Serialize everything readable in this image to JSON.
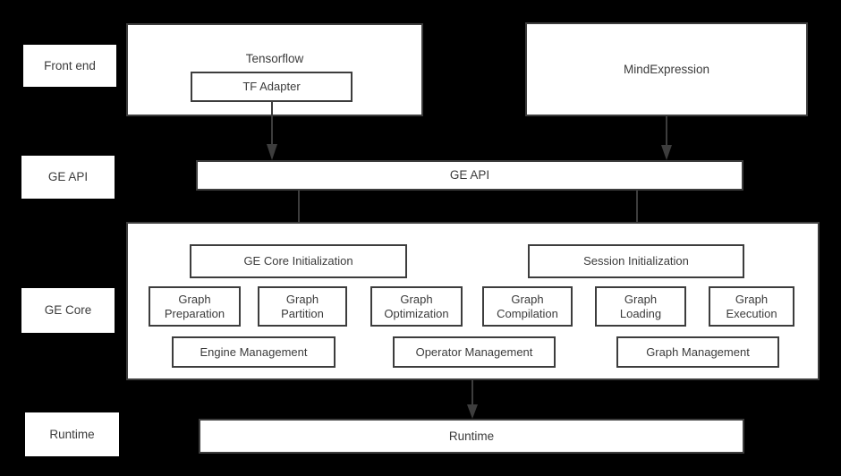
{
  "diagram": {
    "title": "GE (Graph Engine) architecture stack",
    "background_color": "#000000",
    "box_fill": "#ffffff",
    "box_border": "#3d3d3d",
    "text_color": "#3b3b3b"
  },
  "layer_labels": [
    {
      "id": "front-end",
      "label": "Front end"
    },
    {
      "id": "ge-api",
      "label": "GE API"
    },
    {
      "id": "ge-core",
      "label": "GE Core"
    },
    {
      "id": "runtime",
      "label": "Runtime"
    }
  ],
  "front_end": {
    "tensorflow": {
      "title": "Tensorflow",
      "child": "TF Adapter"
    },
    "mindexpression": {
      "title": "MindExpression"
    }
  },
  "ge_api_bar": {
    "label": "GE API"
  },
  "ge_core": {
    "init_row": [
      {
        "id": "ge-core-initialization",
        "label": "GE Core Initialization"
      },
      {
        "id": "session-initialization",
        "label": "Session Initialization"
      }
    ],
    "module_row": [
      {
        "id": "graph-preparation",
        "label": "Graph\nPreparation"
      },
      {
        "id": "graph-partition",
        "label": "Graph\nPartition"
      },
      {
        "id": "graph-optimization",
        "label": "Graph\nOptimization"
      },
      {
        "id": "graph-compilation",
        "label": "Graph\nCompilation"
      },
      {
        "id": "graph-loading",
        "label": "Graph\nLoading"
      },
      {
        "id": "graph-execution",
        "label": "Graph\nExecution"
      }
    ],
    "management_row": [
      {
        "id": "engine-management",
        "label": "Engine Management"
      },
      {
        "id": "operator-management",
        "label": "Operator Management"
      },
      {
        "id": "graph-management",
        "label": "Graph Management"
      }
    ]
  },
  "runtime_bar": {
    "label": "Runtime"
  },
  "arrows": [
    {
      "id": "tf-adapter-to-ge-api",
      "from": "TF Adapter",
      "to": "GE API"
    },
    {
      "id": "mindexpression-to-ge-api",
      "from": "MindExpression",
      "to": "GE API"
    },
    {
      "id": "ge-api-to-ge-core-initialization",
      "from": "GE API",
      "to": "GE Core Initialization"
    },
    {
      "id": "ge-api-to-session-initialization",
      "from": "GE API",
      "to": "Session Initialization"
    },
    {
      "id": "ge-core-to-runtime",
      "from": "GE Core",
      "to": "Runtime"
    }
  ]
}
